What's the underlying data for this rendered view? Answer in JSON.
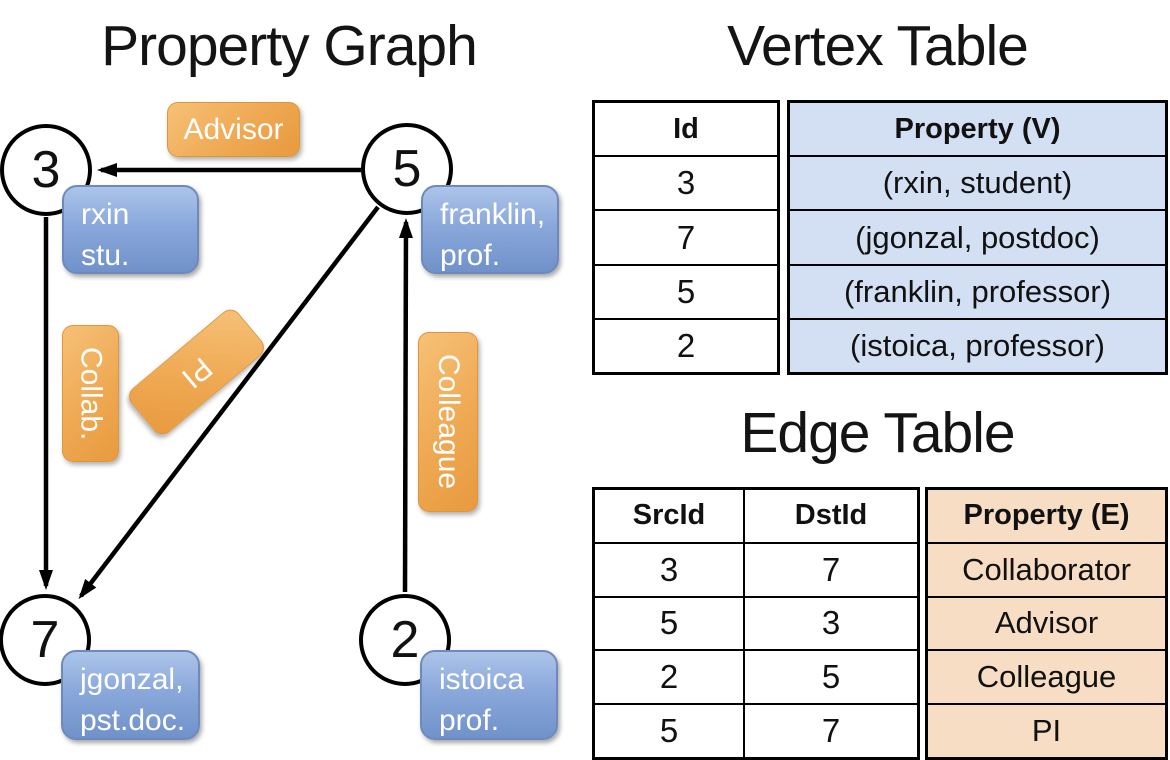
{
  "titles": {
    "graph": "Property Graph",
    "vertex_table": "Vertex Table",
    "edge_table": "Edge Table"
  },
  "colors": {
    "edge_label_orange": "#EFA953",
    "property_box_blue": "#8AA8DB",
    "vertex_property_fill": "#D3DFF2",
    "edge_property_fill": "#F6DDC3",
    "line_black": "#000000"
  },
  "graph": {
    "nodes": [
      {
        "id": "3",
        "prop_lines": [
          "rxin",
          "stu."
        ]
      },
      {
        "id": "5",
        "prop_lines": [
          "franklin,",
          "prof."
        ]
      },
      {
        "id": "7",
        "prop_lines": [
          "jgonzal,",
          "pst.doc."
        ]
      },
      {
        "id": "2",
        "prop_lines": [
          "istoica",
          "prof."
        ]
      }
    ],
    "edge_labels": {
      "advisor": "Advisor",
      "collab": "Collab.",
      "pi": "PI",
      "colleague": "Colleague"
    }
  },
  "vertex_table": {
    "headers": [
      "Id",
      "Property (V)"
    ],
    "rows": [
      {
        "id": "3",
        "property": "(rxin, student)"
      },
      {
        "id": "7",
        "property": "(jgonzal, postdoc)"
      },
      {
        "id": "5",
        "property": "(franklin, professor)"
      },
      {
        "id": "2",
        "property": "(istoica, professor)"
      }
    ]
  },
  "edge_table": {
    "headers": [
      "SrcId",
      "DstId",
      "Property (E)"
    ],
    "rows": [
      {
        "src": "3",
        "dst": "7",
        "property": "Collaborator"
      },
      {
        "src": "5",
        "dst": "3",
        "property": "Advisor"
      },
      {
        "src": "2",
        "dst": "5",
        "property": "Colleague"
      },
      {
        "src": "5",
        "dst": "7",
        "property": "PI"
      }
    ]
  }
}
